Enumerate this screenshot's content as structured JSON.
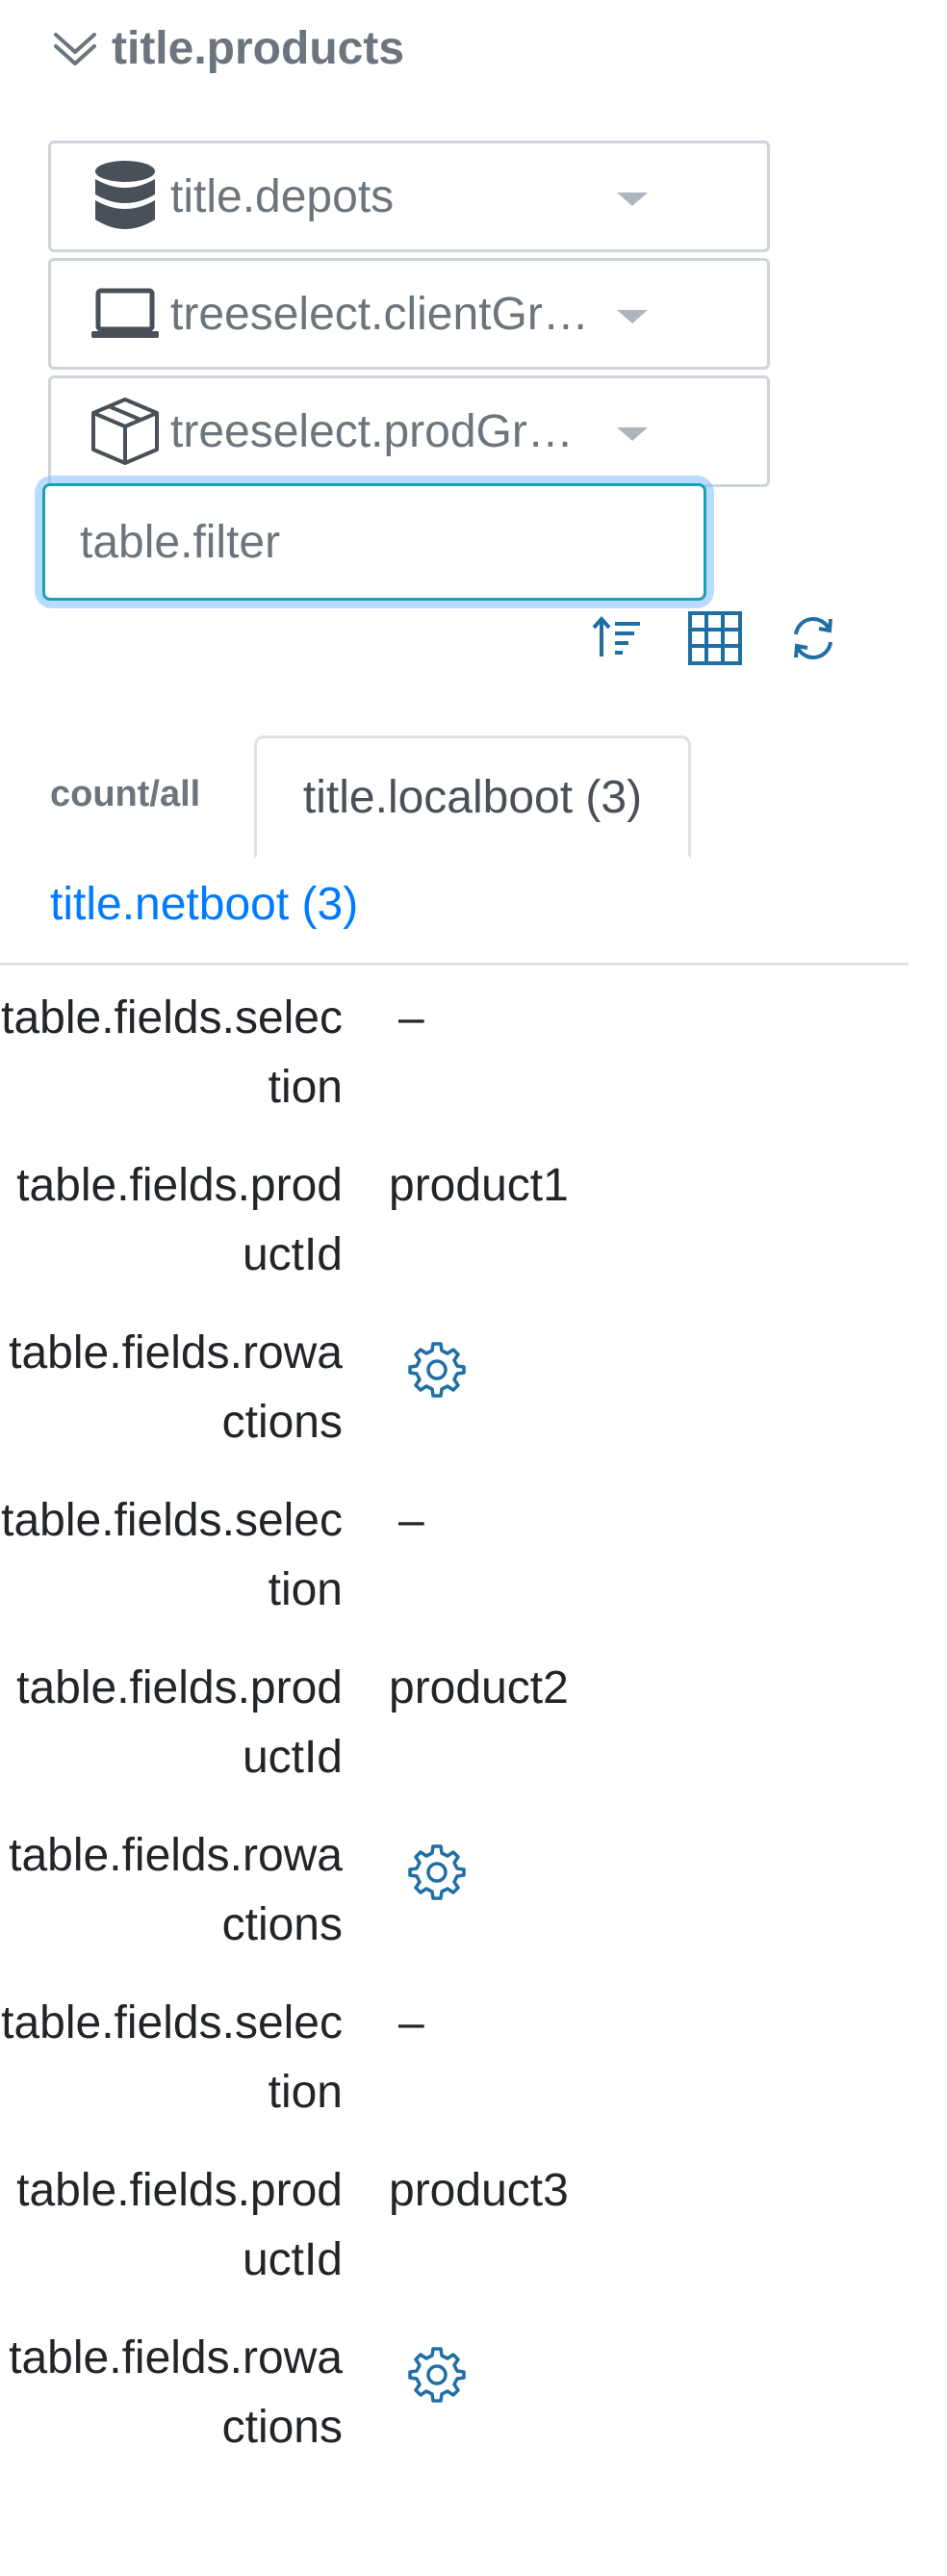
{
  "header": {
    "title": "title.products"
  },
  "selects": {
    "depots": "title.depots",
    "client_groups": "treeselect.clientGr…",
    "product_groups": "treeselect.prodGro…"
  },
  "filter": {
    "placeholder": "table.filter",
    "value": ""
  },
  "toolbar": {
    "icons": [
      "sort-icon",
      "grid-icon",
      "refresh-icon"
    ]
  },
  "tabs": {
    "count_label": "count/all",
    "localboot": "title.localboot (3)",
    "netboot": "title.netboot (3)"
  },
  "table": {
    "labels": {
      "selection": "table.fields.selection",
      "productId": "table.fields.productId",
      "rowactions": "table.fields.rowactions"
    },
    "rows": [
      {
        "selection": "–",
        "productId": "product1"
      },
      {
        "selection": "–",
        "productId": "product2"
      },
      {
        "selection": "–",
        "productId": "product3"
      }
    ]
  },
  "colors": {
    "accent": "#007bff",
    "focus_border": "#17a2b8",
    "icon_blue": "#1f6fa5",
    "muted": "#6c757d"
  }
}
